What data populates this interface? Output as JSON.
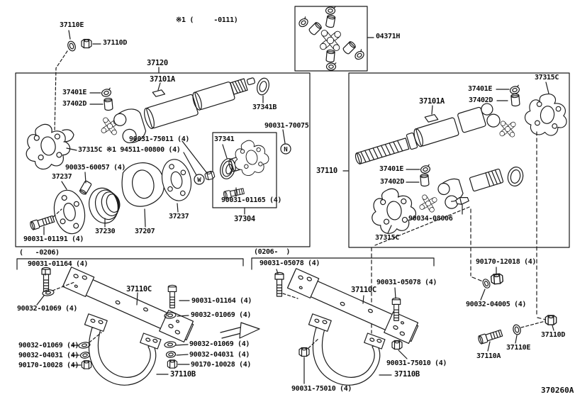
{
  "page": {
    "bg": "#ffffff",
    "ink": "#1a1a1a",
    "diagram_code": "370260A"
  },
  "notes": {
    "top_variant": "※1 (     -0111)",
    "early_range": "(   -0206)",
    "late_range": "(0206-  )",
    "symbol_n": "N",
    "symbol_w": "W"
  },
  "parts": {
    "p37110": "37110",
    "p37110A": "37110A",
    "p37110B": "37110B",
    "p37110C": "37110C",
    "p37110D": "37110D",
    "p37110E": "37110E",
    "p37120": "37120",
    "p37101A": "37101A",
    "p04371H": "04371H",
    "p37401E": "37401E",
    "p37402D": "37402D",
    "p37341": "37341",
    "p37341B": "37341B",
    "p37304": "37304",
    "p37315C": "37315C",
    "p37230": "37230",
    "p37207": "37207",
    "p37237": "37237",
    "n90031_70075": "90031-70075",
    "n90031_75011": "90031-75011 (4)",
    "n94511_00800": "※1 94511-00800 (4)",
    "n90035_60057": "90035-60057 (4)",
    "n90031_01191": "90031-01191 (4)",
    "n90031_01165": "90031-01165 (4)",
    "n90034_08006": "90034-08006",
    "n90170_12018": "90170-12018 (4)",
    "n90032_04005": "90032-04005 (4)",
    "n90031_01164": "90031-01164 (4)",
    "n90032_01069": "90032-01069 (4)",
    "n90032_04031": "90032-04031 (4)",
    "n90170_10028": "90170-10028 (4)",
    "n90031_05078": "90031-05078 (4)",
    "n90031_75010": "90031-75010 (4)"
  }
}
